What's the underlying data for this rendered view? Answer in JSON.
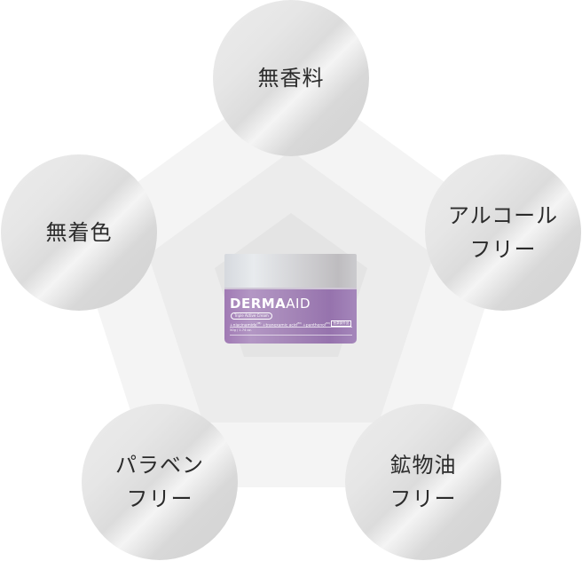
{
  "diagram": {
    "features": [
      {
        "id": "fragrance-free",
        "lines": [
          "無香料"
        ]
      },
      {
        "id": "colorant-free",
        "lines": [
          "無着色"
        ]
      },
      {
        "id": "alcohol-free",
        "lines": [
          "アルコール",
          "フリー"
        ]
      },
      {
        "id": "paraben-free",
        "lines": [
          "パラベン",
          "フリー"
        ]
      },
      {
        "id": "mineral-oil-free",
        "lines": [
          "鉱物油",
          "フリー"
        ]
      }
    ],
    "colors": {
      "outer_pentagon": "#f4f4f4",
      "middle_pentagon": "#ececec",
      "inner_pentagon": "#e4e4e4",
      "text": "#2b2b2b"
    }
  },
  "product": {
    "brand_bold": "DERMA",
    "brand_light": "AID",
    "subtitle": "Triple Active Cream",
    "ingredients": [
      "+niacinamide",
      "+tranexamic acid",
      "+panthenol"
    ],
    "ingredient_mark": "(M)",
    "badge": "医薬部外品",
    "size": "50g / 1.74 oz.",
    "colors": {
      "label_purple": "#a07ab4",
      "lid_silver": "#d6d9de"
    }
  }
}
